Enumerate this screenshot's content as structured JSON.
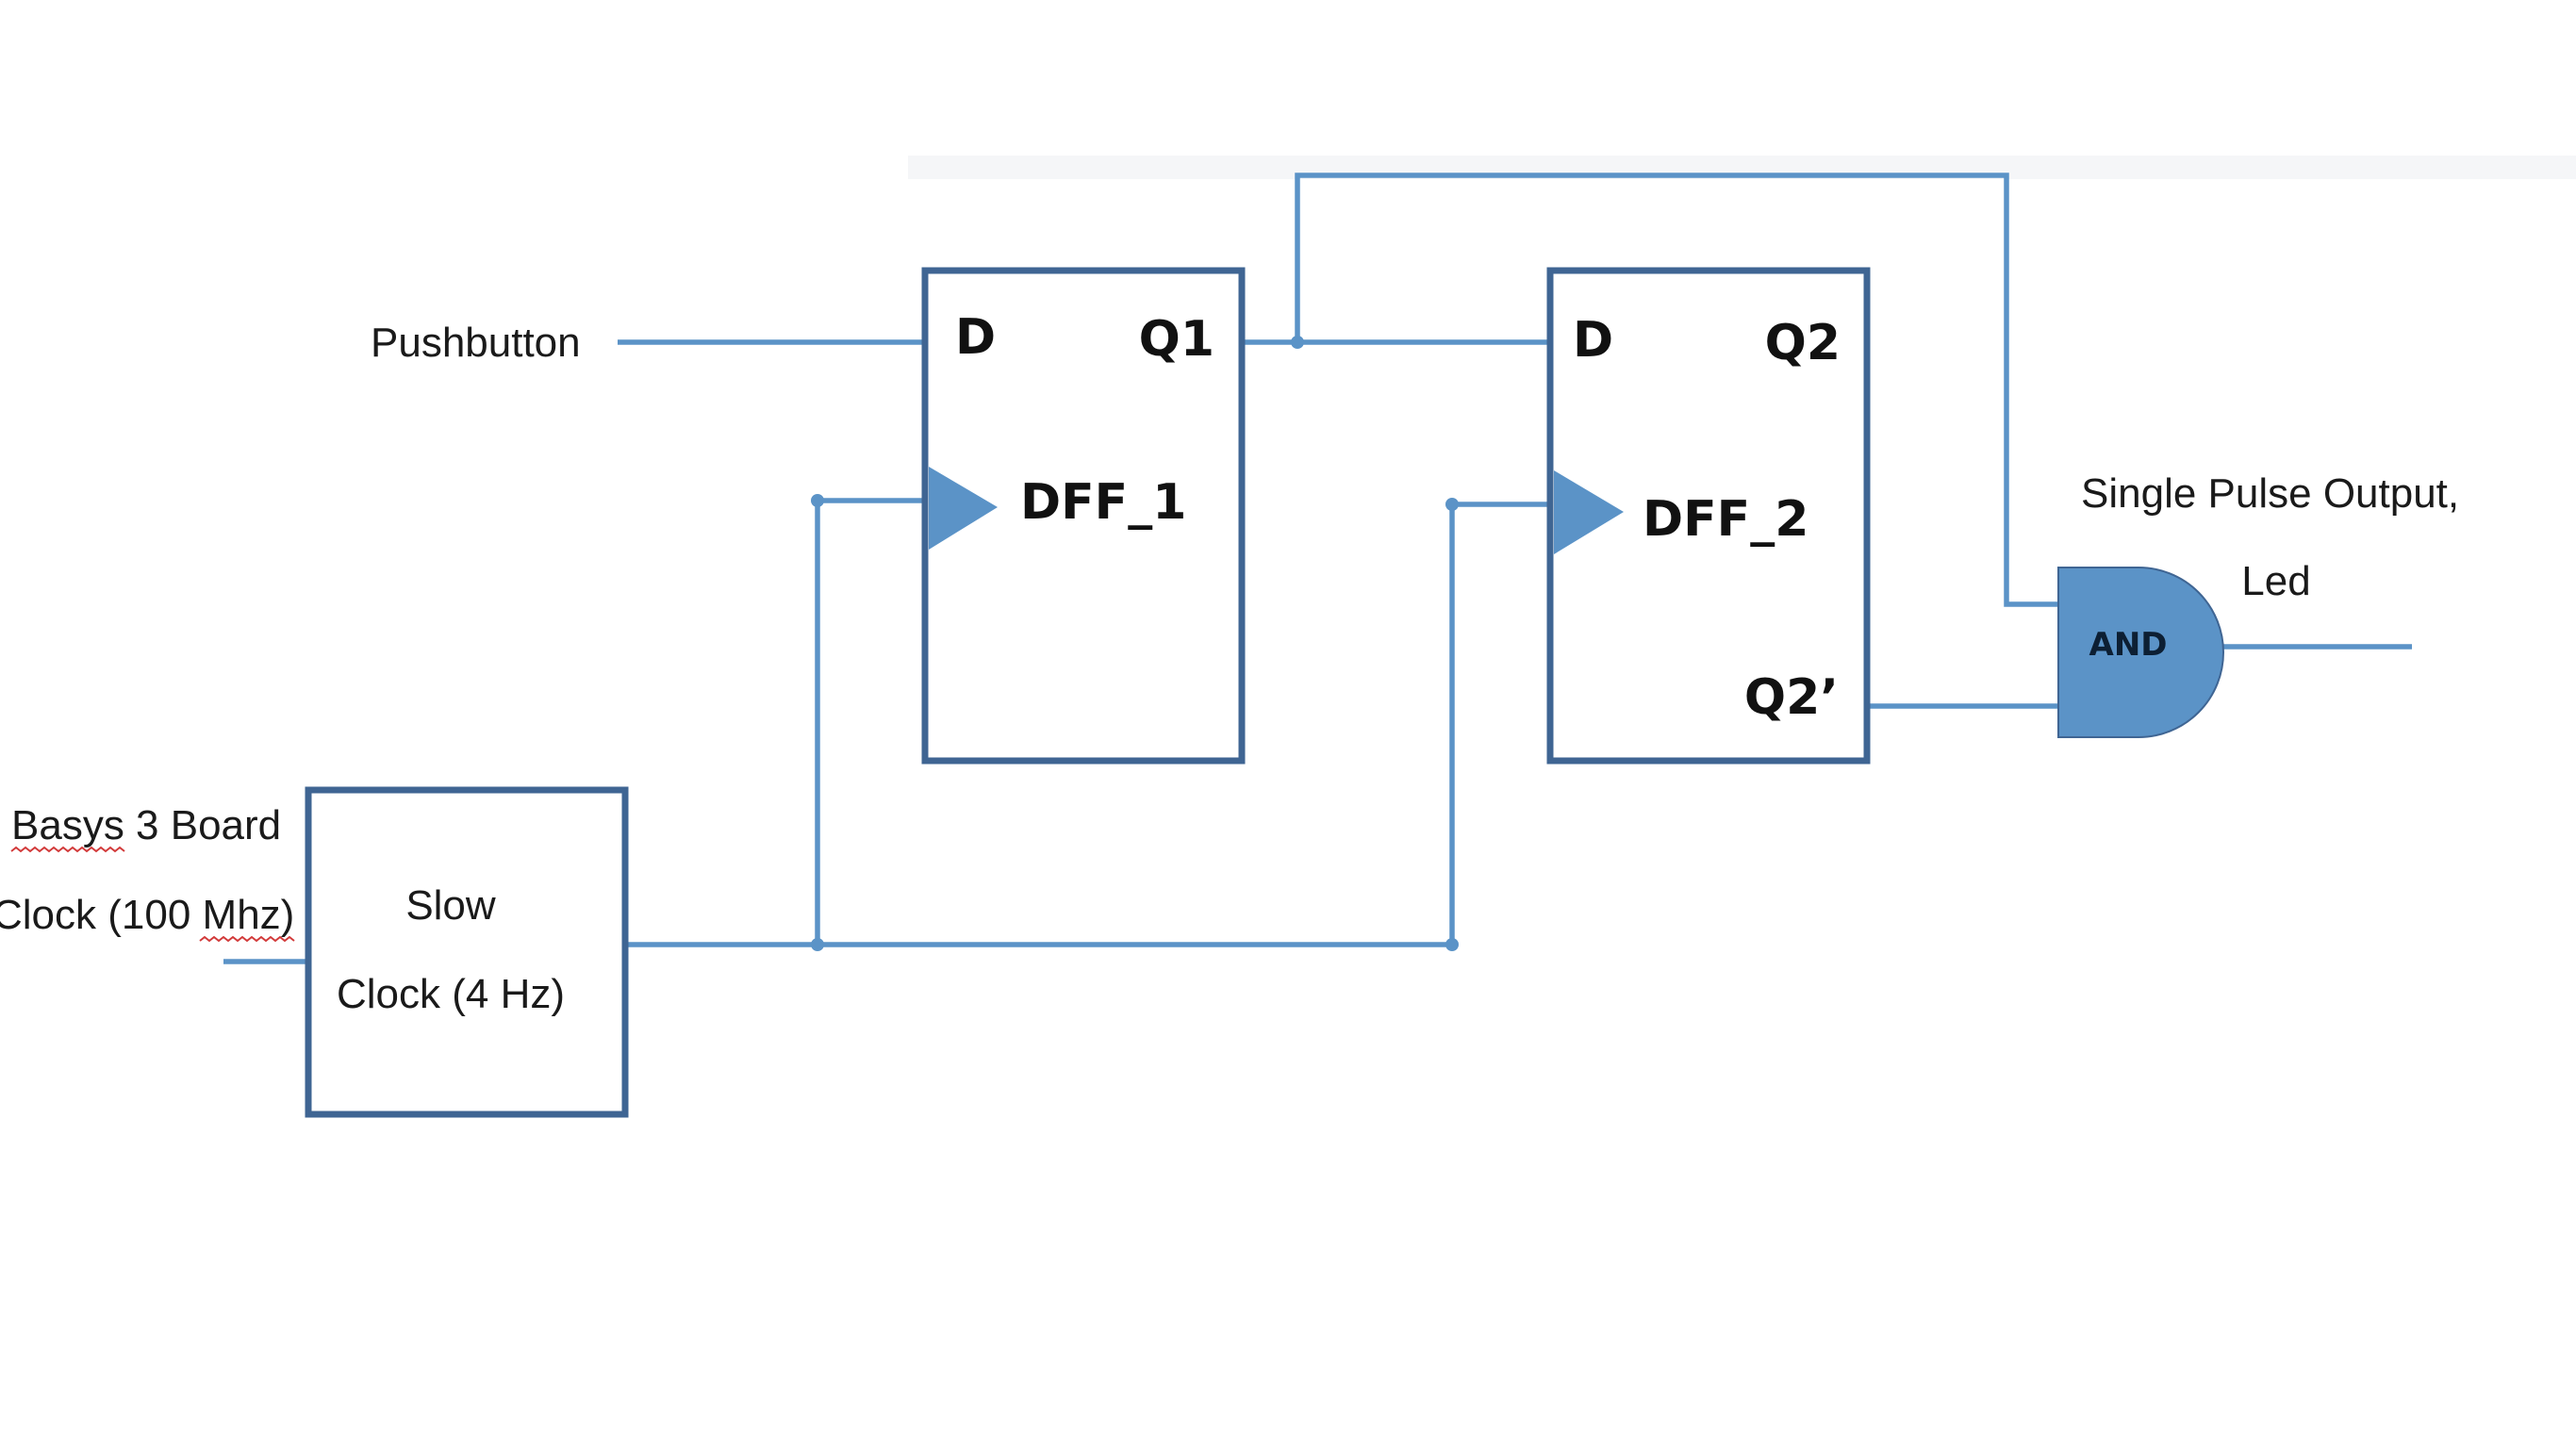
{
  "diagram": {
    "inputs": {
      "pushbutton": "Pushbutton",
      "board_clock_line1": "Basys 3 Board",
      "board_clock_line2": "Clock (100 Mhz)"
    },
    "slow_clock": {
      "line1": "Slow",
      "line2": "Clock (4 Hz)"
    },
    "dff1": {
      "name": "DFF_1",
      "d_pin": "D",
      "q_pin": "Q1"
    },
    "dff2": {
      "name": "DFF_2",
      "d_pin": "D",
      "q_pin": "Q2",
      "qbar_pin": "Q2’"
    },
    "and_gate": {
      "label": "AND"
    },
    "output": {
      "line1": "Single Pulse Output,",
      "line2": "Led"
    },
    "colors": {
      "wire": "#5b93c7",
      "box_border": "#3f6593",
      "gate_fill": "#5b93c7"
    }
  }
}
